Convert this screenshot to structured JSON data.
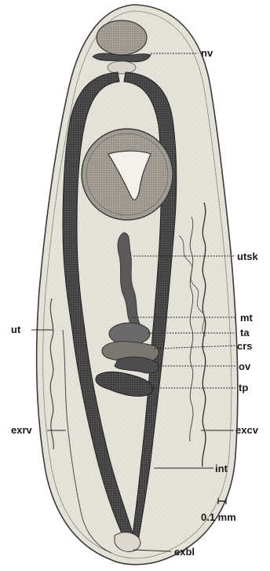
{
  "labels": {
    "nv": "nv",
    "utsk": "utsk",
    "mt": "mt",
    "ta": "ta",
    "crs": "crs",
    "ov": "ov",
    "tp": "tp",
    "excv": "excv",
    "int": "int",
    "exbl": "exbl",
    "ut": "ut",
    "exrv": "exrv"
  },
  "scale_bar": {
    "label": "0.1 mm"
  },
  "colors": {
    "background": "#ffffff",
    "body_fill": "#e9e6df",
    "body_outline": "#3a3a3a",
    "intestine": "#3d3d3d",
    "dark_organ": "#505050",
    "sucker": "#9a9690"
  }
}
